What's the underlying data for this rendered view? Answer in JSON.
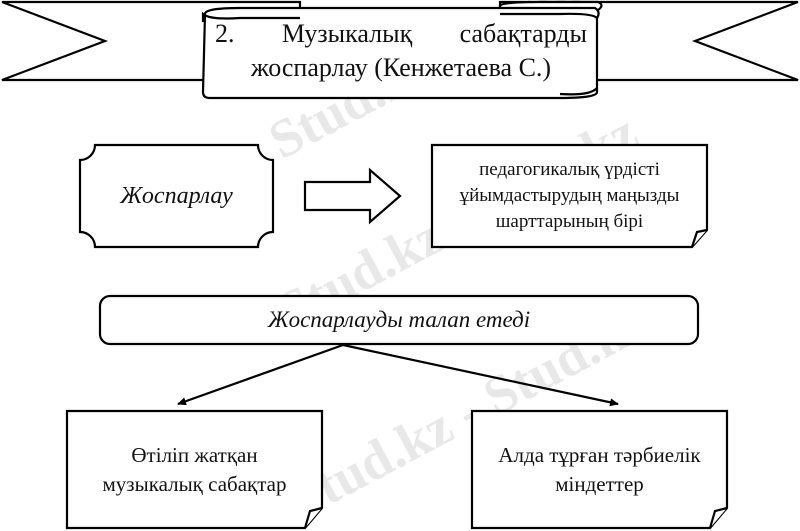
{
  "title": {
    "line1": "2.      Музыкалық      сабақтарды",
    "line2": "жоспарлау (Кенжетаева С.)"
  },
  "concept": {
    "label": "Жоспарлау"
  },
  "definition": {
    "lines": [
      "педагогикалық үрдісті",
      "ұйымдастырудың маңызды",
      "шарттарының бірі"
    ]
  },
  "requirement": {
    "label": "Жоспарлауды талап етеді"
  },
  "outcomes": [
    {
      "lines": [
        "Өтіліп жатқан",
        "музыкалық сабақтар"
      ]
    },
    {
      "lines": [
        "Алда тұрған тәрбиелік",
        "міндеттер"
      ]
    }
  ],
  "watermark": {
    "text": "Stud.kz - Stud.kz"
  },
  "colors": {
    "stroke": "#000000",
    "background": "#ffffff",
    "watermark": "#c8c8c8"
  }
}
